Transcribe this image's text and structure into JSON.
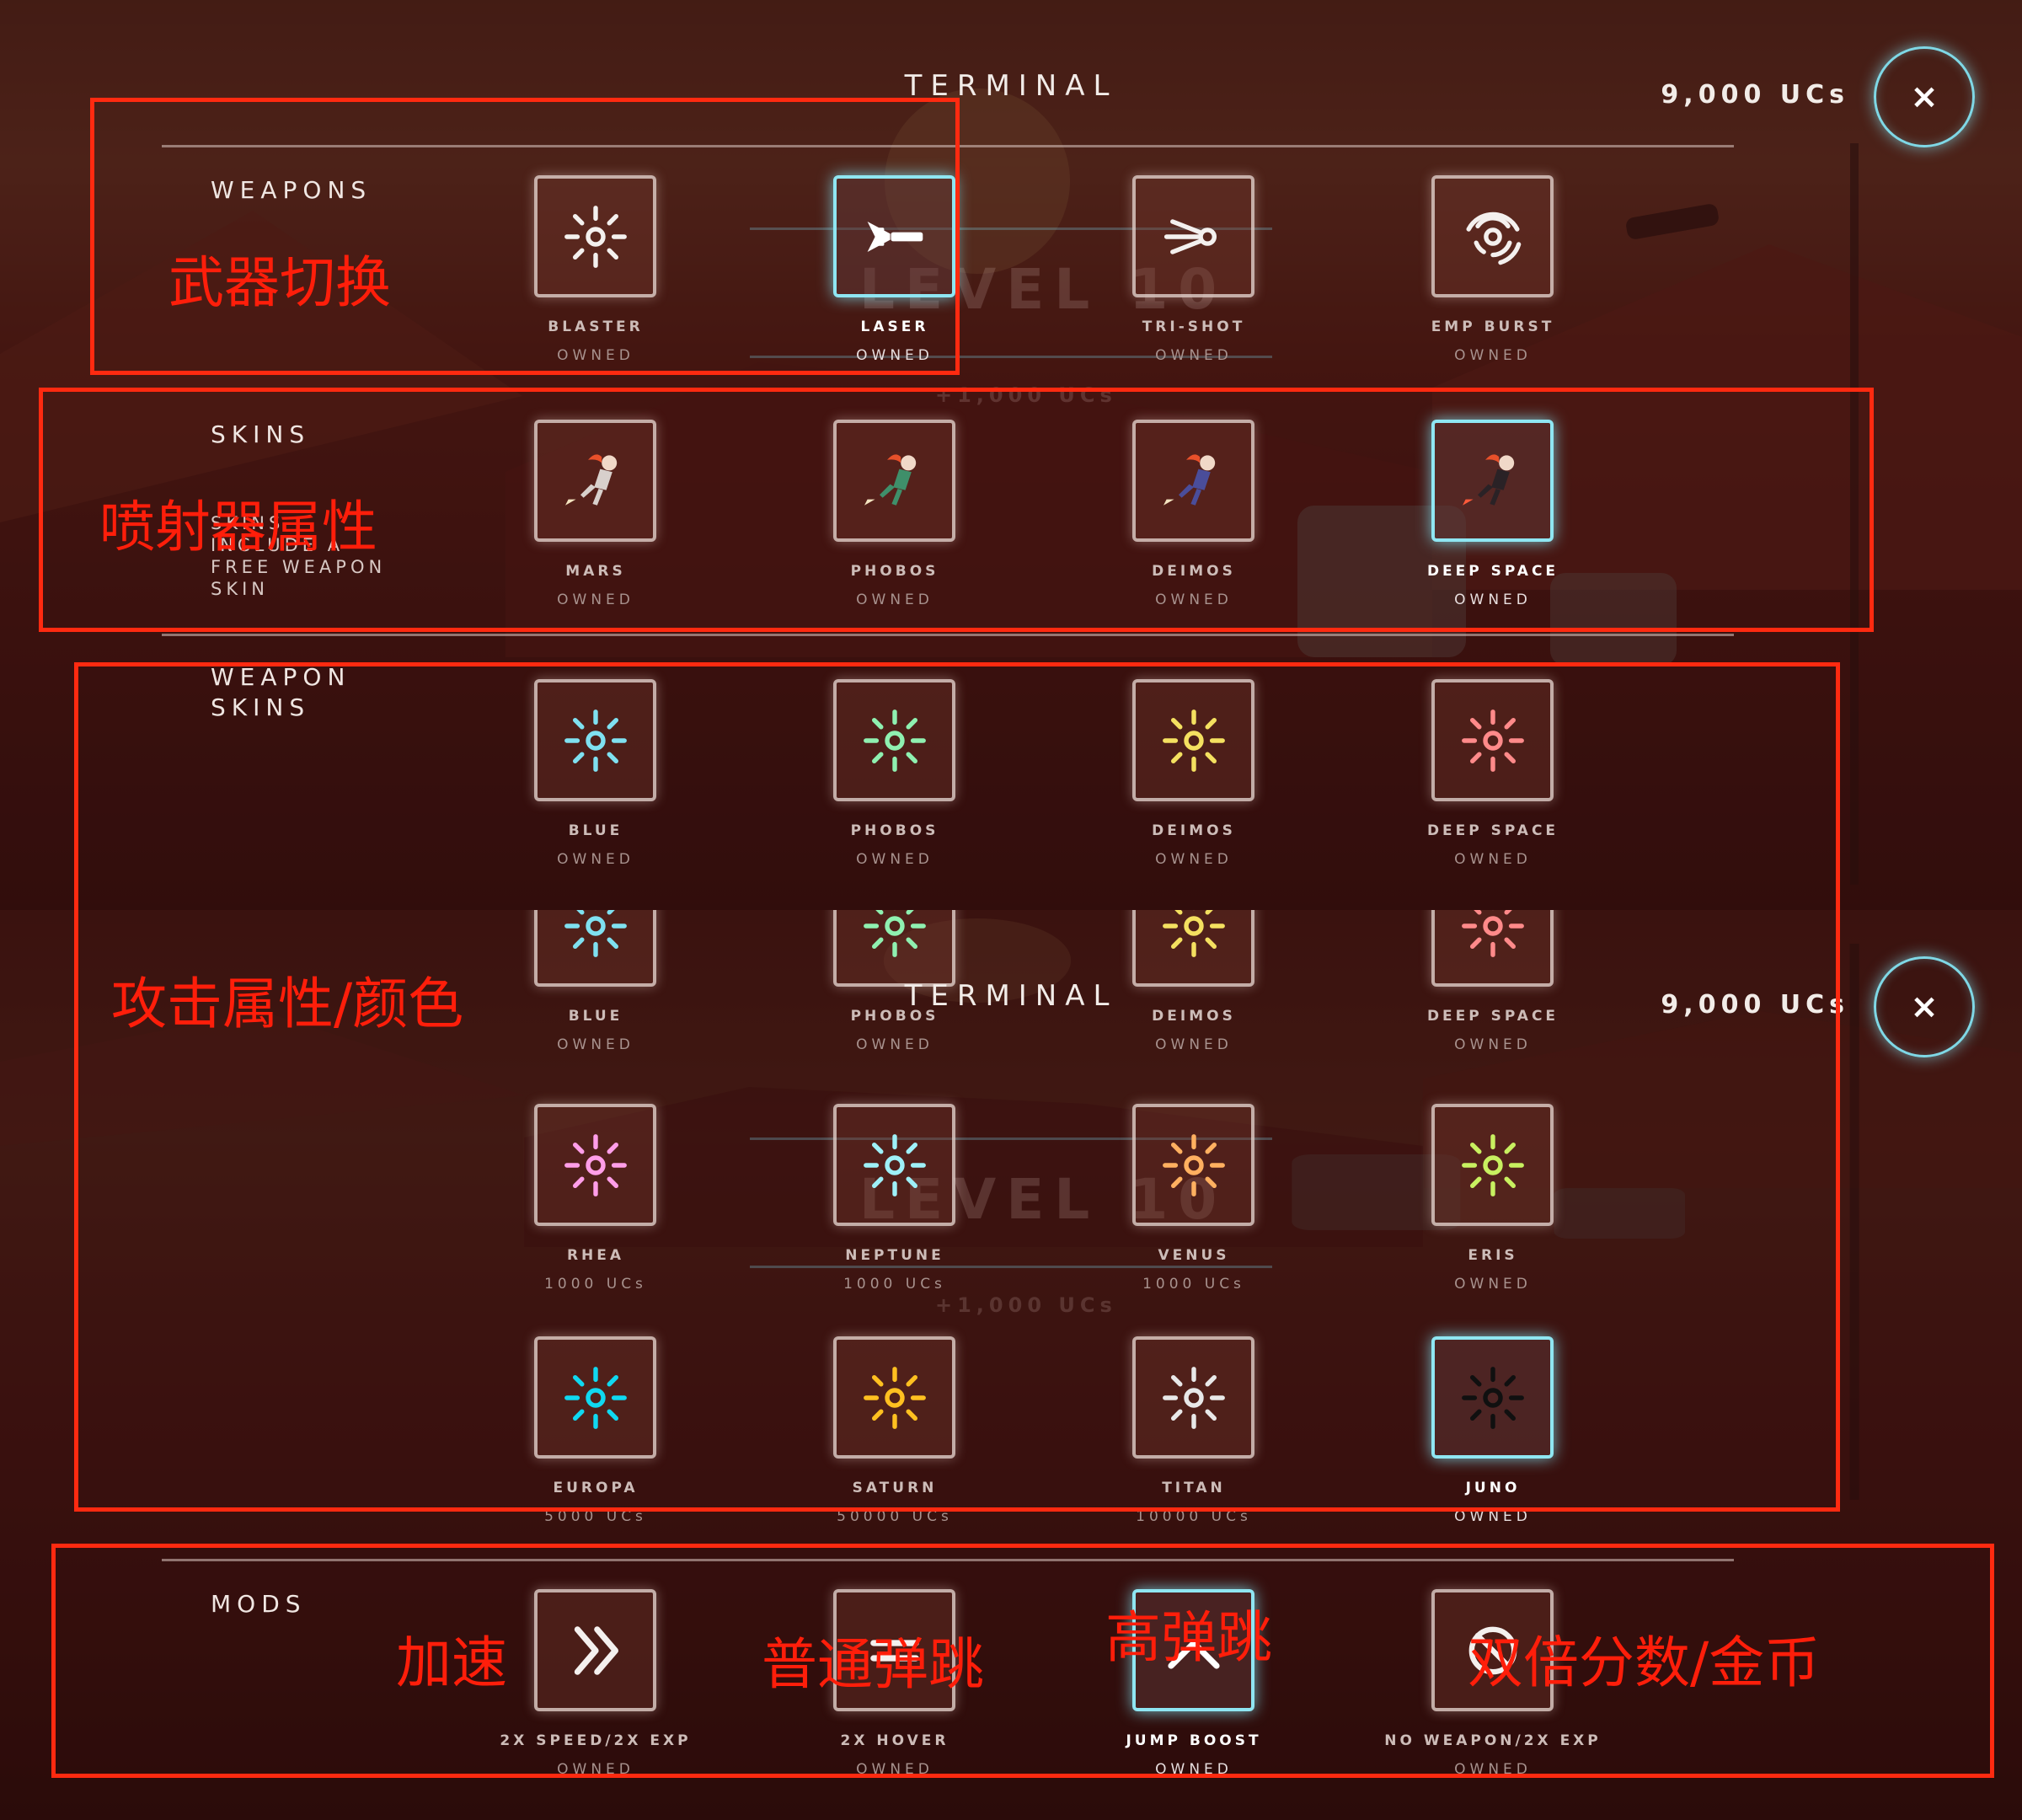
{
  "header": {
    "title": "TERMINAL",
    "currency": "9,000 UCs",
    "close_label": "×"
  },
  "ghost": {
    "level": "LEVEL 10",
    "reward": "+1,000 UCs"
  },
  "sections": {
    "weapons": {
      "label": "WEAPONS",
      "items": [
        {
          "name": "BLASTER",
          "status": "OWNED",
          "icon": "blaster-icon"
        },
        {
          "name": "LASER",
          "status": "OWNED",
          "icon": "laser-icon",
          "selected": true
        },
        {
          "name": "TRI-SHOT",
          "status": "OWNED",
          "icon": "tri-shot-icon"
        },
        {
          "name": "EMP BURST",
          "status": "OWNED",
          "icon": "emp-burst-icon"
        }
      ]
    },
    "skins": {
      "label": "SKINS",
      "note_line1": "SKINS",
      "note_line2": "INCLUDE A",
      "note_line3": "FREE WEAPON",
      "note_line4": "SKIN",
      "items": [
        {
          "name": "MARS",
          "status": "OWNED",
          "suit": "#d8d0cc"
        },
        {
          "name": "PHOBOS",
          "status": "OWNED",
          "suit": "#3f8f6a"
        },
        {
          "name": "DEIMOS",
          "status": "OWNED",
          "suit": "#4a4d9a"
        },
        {
          "name": "DEEP SPACE",
          "status": "OWNED",
          "suit": "#2a2226",
          "selected": true
        }
      ]
    },
    "weapon_skins": {
      "label_line1": "WEAPON",
      "label_line2": "SKINS",
      "row_top": [
        {
          "name": "BLUE",
          "status": "OWNED",
          "color": "#7fe0f0"
        },
        {
          "name": "PHOBOS",
          "status": "OWNED",
          "color": "#8ff0b0"
        },
        {
          "name": "DEIMOS",
          "status": "OWNED",
          "color": "#f4e060"
        },
        {
          "name": "DEEP SPACE",
          "status": "OWNED",
          "color": "#ff8a8a"
        }
      ],
      "row_repeat": [
        {
          "name": "BLUE",
          "status": "OWNED",
          "color": "#7fe0f0"
        },
        {
          "name": "PHOBOS",
          "status": "OWNED",
          "color": "#8ff0b0"
        },
        {
          "name": "DEIMOS",
          "status": "OWNED",
          "color": "#f4e060"
        },
        {
          "name": "DEEP SPACE",
          "status": "OWNED",
          "color": "#ff8a8a"
        }
      ],
      "row_mid": [
        {
          "name": "RHEA",
          "status": "1000 UCs",
          "color": "#ff9ee8"
        },
        {
          "name": "NEPTUNE",
          "status": "1000 UCs",
          "color": "#9ef0f8"
        },
        {
          "name": "VENUS",
          "status": "1000 UCs",
          "color": "#ffb060"
        },
        {
          "name": "ERIS",
          "status": "OWNED",
          "color": "#c8f060"
        }
      ],
      "row_bottom": [
        {
          "name": "EUROPA",
          "status": "5000 UCs",
          "color": "#10d8f0"
        },
        {
          "name": "SATURN",
          "status": "50000 UCs",
          "color": "#ffc020"
        },
        {
          "name": "TITAN",
          "status": "10000 UCs",
          "color": "#e8e8e8"
        },
        {
          "name": "JUNO",
          "status": "OWNED",
          "color": "#101010",
          "selected": true
        }
      ]
    },
    "mods": {
      "label": "MODS",
      "items": [
        {
          "name": "2X SPEED/2X EXP",
          "status": "OWNED",
          "icon": "double-chevron-right-icon"
        },
        {
          "name": "2X HOVER",
          "status": "OWNED",
          "icon": "hover-icon"
        },
        {
          "name": "JUMP BOOST",
          "status": "OWNED",
          "icon": "chevron-up-icon",
          "selected": true
        },
        {
          "name": "NO WEAPON/2X EXP",
          "status": "OWNED",
          "icon": "no-weapon-icon"
        }
      ]
    }
  },
  "annotations": {
    "weapons": "武器切换",
    "skins": "喷射器属性",
    "weapon_skins": "攻击属性/颜色",
    "mod_speed": "加速",
    "mod_hover": "普通弹跳",
    "mod_jump": "高弹跳",
    "mod_noweapon": "双倍分数/金币"
  },
  "colors": {
    "accent": "#8fe6f2",
    "annotation": "#ff2a10"
  }
}
